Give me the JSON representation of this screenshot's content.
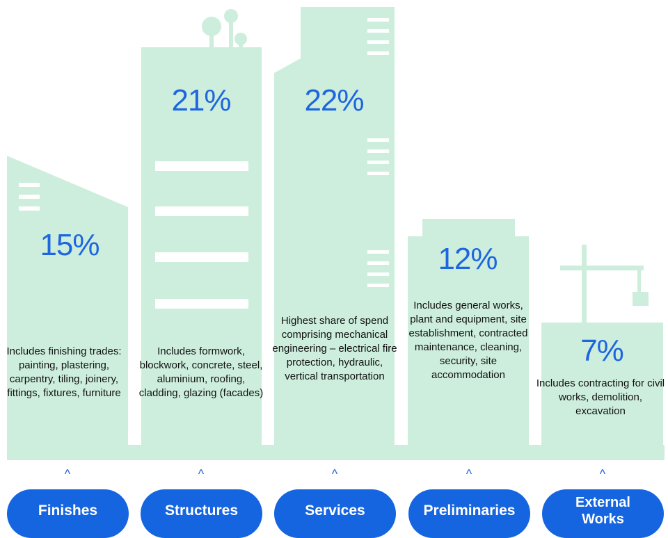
{
  "colors": {
    "building": "#cdeedc",
    "accent": "#1e66e0",
    "pill": "#1565e0"
  },
  "categories": [
    {
      "percent": "15%",
      "description": "Includes finishing trades: painting, plastering, carpentry, tiling, joinery, fittings, fixtures, furniture",
      "label": "Finishes"
    },
    {
      "percent": "21%",
      "description": "Includes formwork, blockwork, concrete, steel, aluminium, roofing, cladding, glazing (facades)",
      "label": "Structures"
    },
    {
      "percent": "22%",
      "description": "Highest share of spend comprising mechanical engineering – electrical fire protection, hydraulic, vertical transportation",
      "label": "Services"
    },
    {
      "percent": "12%",
      "description": "Includes general works, plant and equipment, site establishment, contracted maintenance, cleaning, security, site accommodation",
      "label": "Preliminaries"
    },
    {
      "percent": "7%",
      "description": "Includes contracting for civil works, demolition, excavation",
      "label": "External Works"
    }
  ],
  "icons": {
    "caret": "chevron-up-icon",
    "tree": "tree-icon",
    "crane": "crane-icon"
  }
}
